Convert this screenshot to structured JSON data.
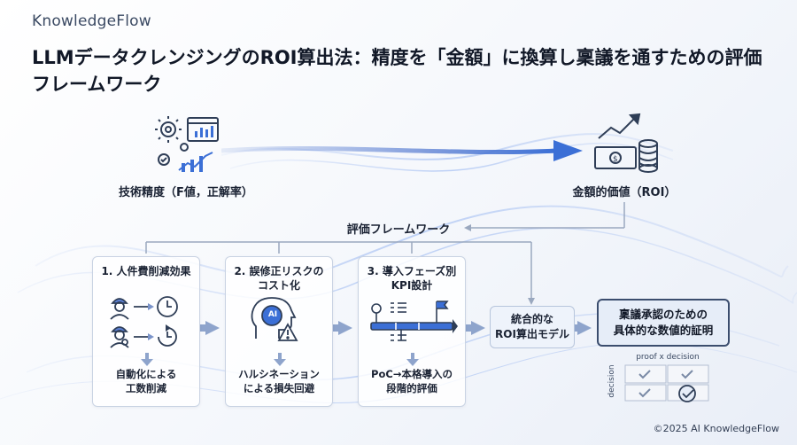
{
  "brand": "KnowledgeFlow",
  "title": "LLMデータクレンジングのROI算出法：精度を「金額」に換算し稟議を通すための評価フレームワーク",
  "top_left_label": "技術精度（F値，正解率）",
  "top_right_label": "金額的価値（ROI）",
  "framework_label": "評価フレームワーク",
  "cards": [
    {
      "title": "1. 人件費削減効果",
      "foot": "自動化による\n工数削減"
    },
    {
      "title": "2. 誤修正リスクの\nコスト化",
      "foot": "ハルシネーション\nによる損失回避"
    },
    {
      "title": "3. 導入フェーズ別\nKPI設計",
      "foot": "PoC→本格導入の\n段階的評価"
    }
  ],
  "ai_badge": "AI",
  "integrated_model": "統合的な\nROI算出モデル",
  "final_result": "稟議承認のための\n具体的な数値的証明",
  "grid": {
    "top_label": "proof x decision",
    "side_label": "decision"
  },
  "copyright": "©2025 AI KnowledgeFlow",
  "colors": {
    "accent": "#3b6fd6",
    "stroke": "#2f3e57",
    "flow": "#6f8fd8"
  }
}
